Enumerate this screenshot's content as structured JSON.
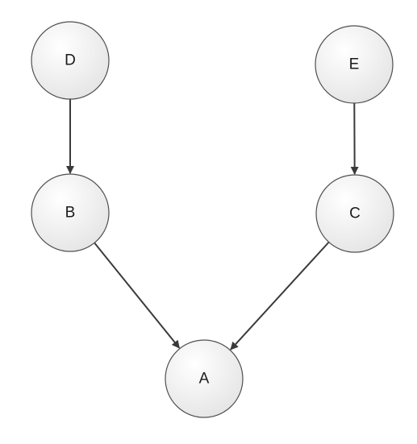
{
  "diagram": {
    "nodes": [
      {
        "id": "D",
        "label": "D"
      },
      {
        "id": "E",
        "label": "E"
      },
      {
        "id": "B",
        "label": "B"
      },
      {
        "id": "C",
        "label": "C"
      },
      {
        "id": "A",
        "label": "A"
      }
    ],
    "edges": [
      {
        "from": "D",
        "to": "B"
      },
      {
        "from": "E",
        "to": "C"
      },
      {
        "from": "B",
        "to": "A"
      },
      {
        "from": "C",
        "to": "A"
      }
    ],
    "colors": {
      "node_fill_light": "#ffffff",
      "node_fill_dark": "#e4e4e4",
      "node_stroke": "#4f4f4f",
      "edge": "#3a3a3a",
      "text": "#1a1a1a"
    }
  }
}
